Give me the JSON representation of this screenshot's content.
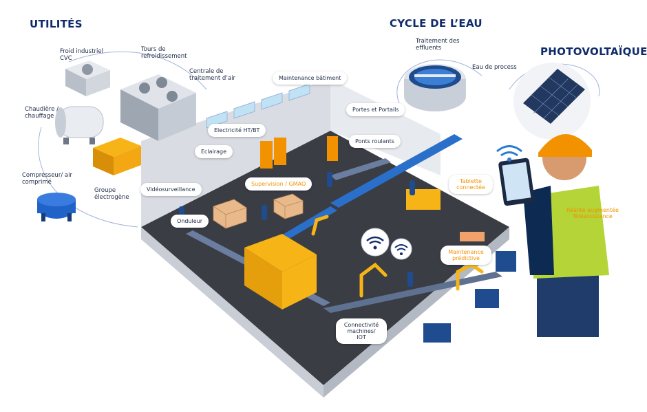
{
  "titles": {
    "utilities": "UTILITÉS",
    "water_cycle": "CYCLE DE L’EAU",
    "photovoltaic": "PHOTOVOLTAÏQUE"
  },
  "utilities_labels": {
    "industrial_cold": "Froid industriel CVC",
    "cooling_towers": "Tours de refroidissement",
    "air_handling": "Centrale de traitement d’air",
    "boiler": "Chaudière / chauffage",
    "compressor": "Compresseur/ air comprimé",
    "generator": "Groupe électrogène"
  },
  "water_labels": {
    "effluent_treatment": "Traitement des effluents",
    "process_water": "Eau de process"
  },
  "factory_labels": {
    "building_maintenance": "Maintenance bâtiment",
    "doors_gates": "Portes et Portails",
    "electricity": "Electricité HT/BT",
    "overhead_cranes": "Ponts roulants",
    "lighting": "Eclairage",
    "supervision": "Supervision / GMAO",
    "tablet": "Tablette connectée",
    "video_surveillance": "Vidéosurveillance",
    "inverter": "Onduleur",
    "augmented_reality": "Réalité augmentée Téléassistance",
    "predictive_maintenance": "Maintenance prédictive",
    "iot": "Connectivité machines/ IOT"
  },
  "colors": {
    "title": "#0f2b6b",
    "accent": "#f39200",
    "floor": "#3a3d44",
    "wall": "#d9dde3",
    "frame_blue": "#0d2d6e",
    "conveyor": "#2a6fc9"
  }
}
